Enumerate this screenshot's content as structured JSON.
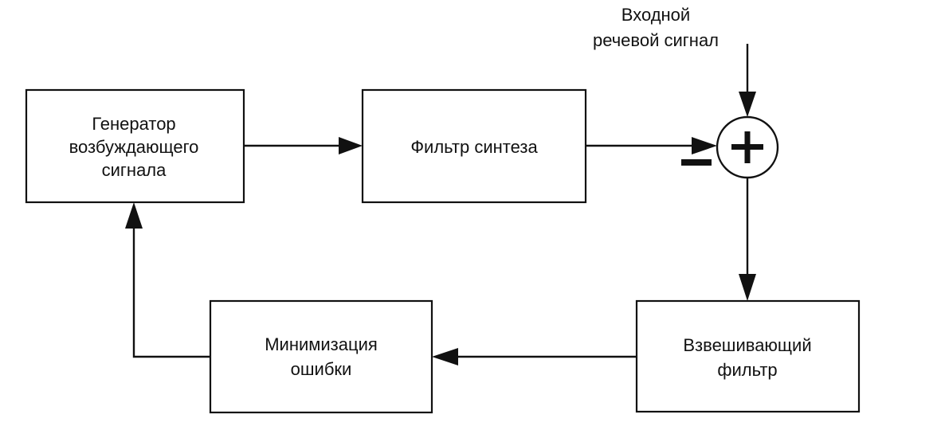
{
  "blocks": {
    "excitation_generator": {
      "lines": [
        "Генератор",
        "возбуждающего",
        "сигнала"
      ]
    },
    "synthesis_filter": {
      "lines": [
        "Фильтр синтеза"
      ]
    },
    "error_minimization": {
      "lines": [
        "Минимизация",
        "ошибки"
      ]
    },
    "weighting_filter": {
      "lines": [
        "Взвешивающий",
        "фильтр"
      ]
    }
  },
  "input_signal": {
    "lines": [
      "Входной",
      "речевой сигнал"
    ]
  },
  "summing_junction": {
    "plus": "+",
    "minus": "−"
  },
  "colors": {
    "stroke": "#111111",
    "background": "#ffffff"
  }
}
